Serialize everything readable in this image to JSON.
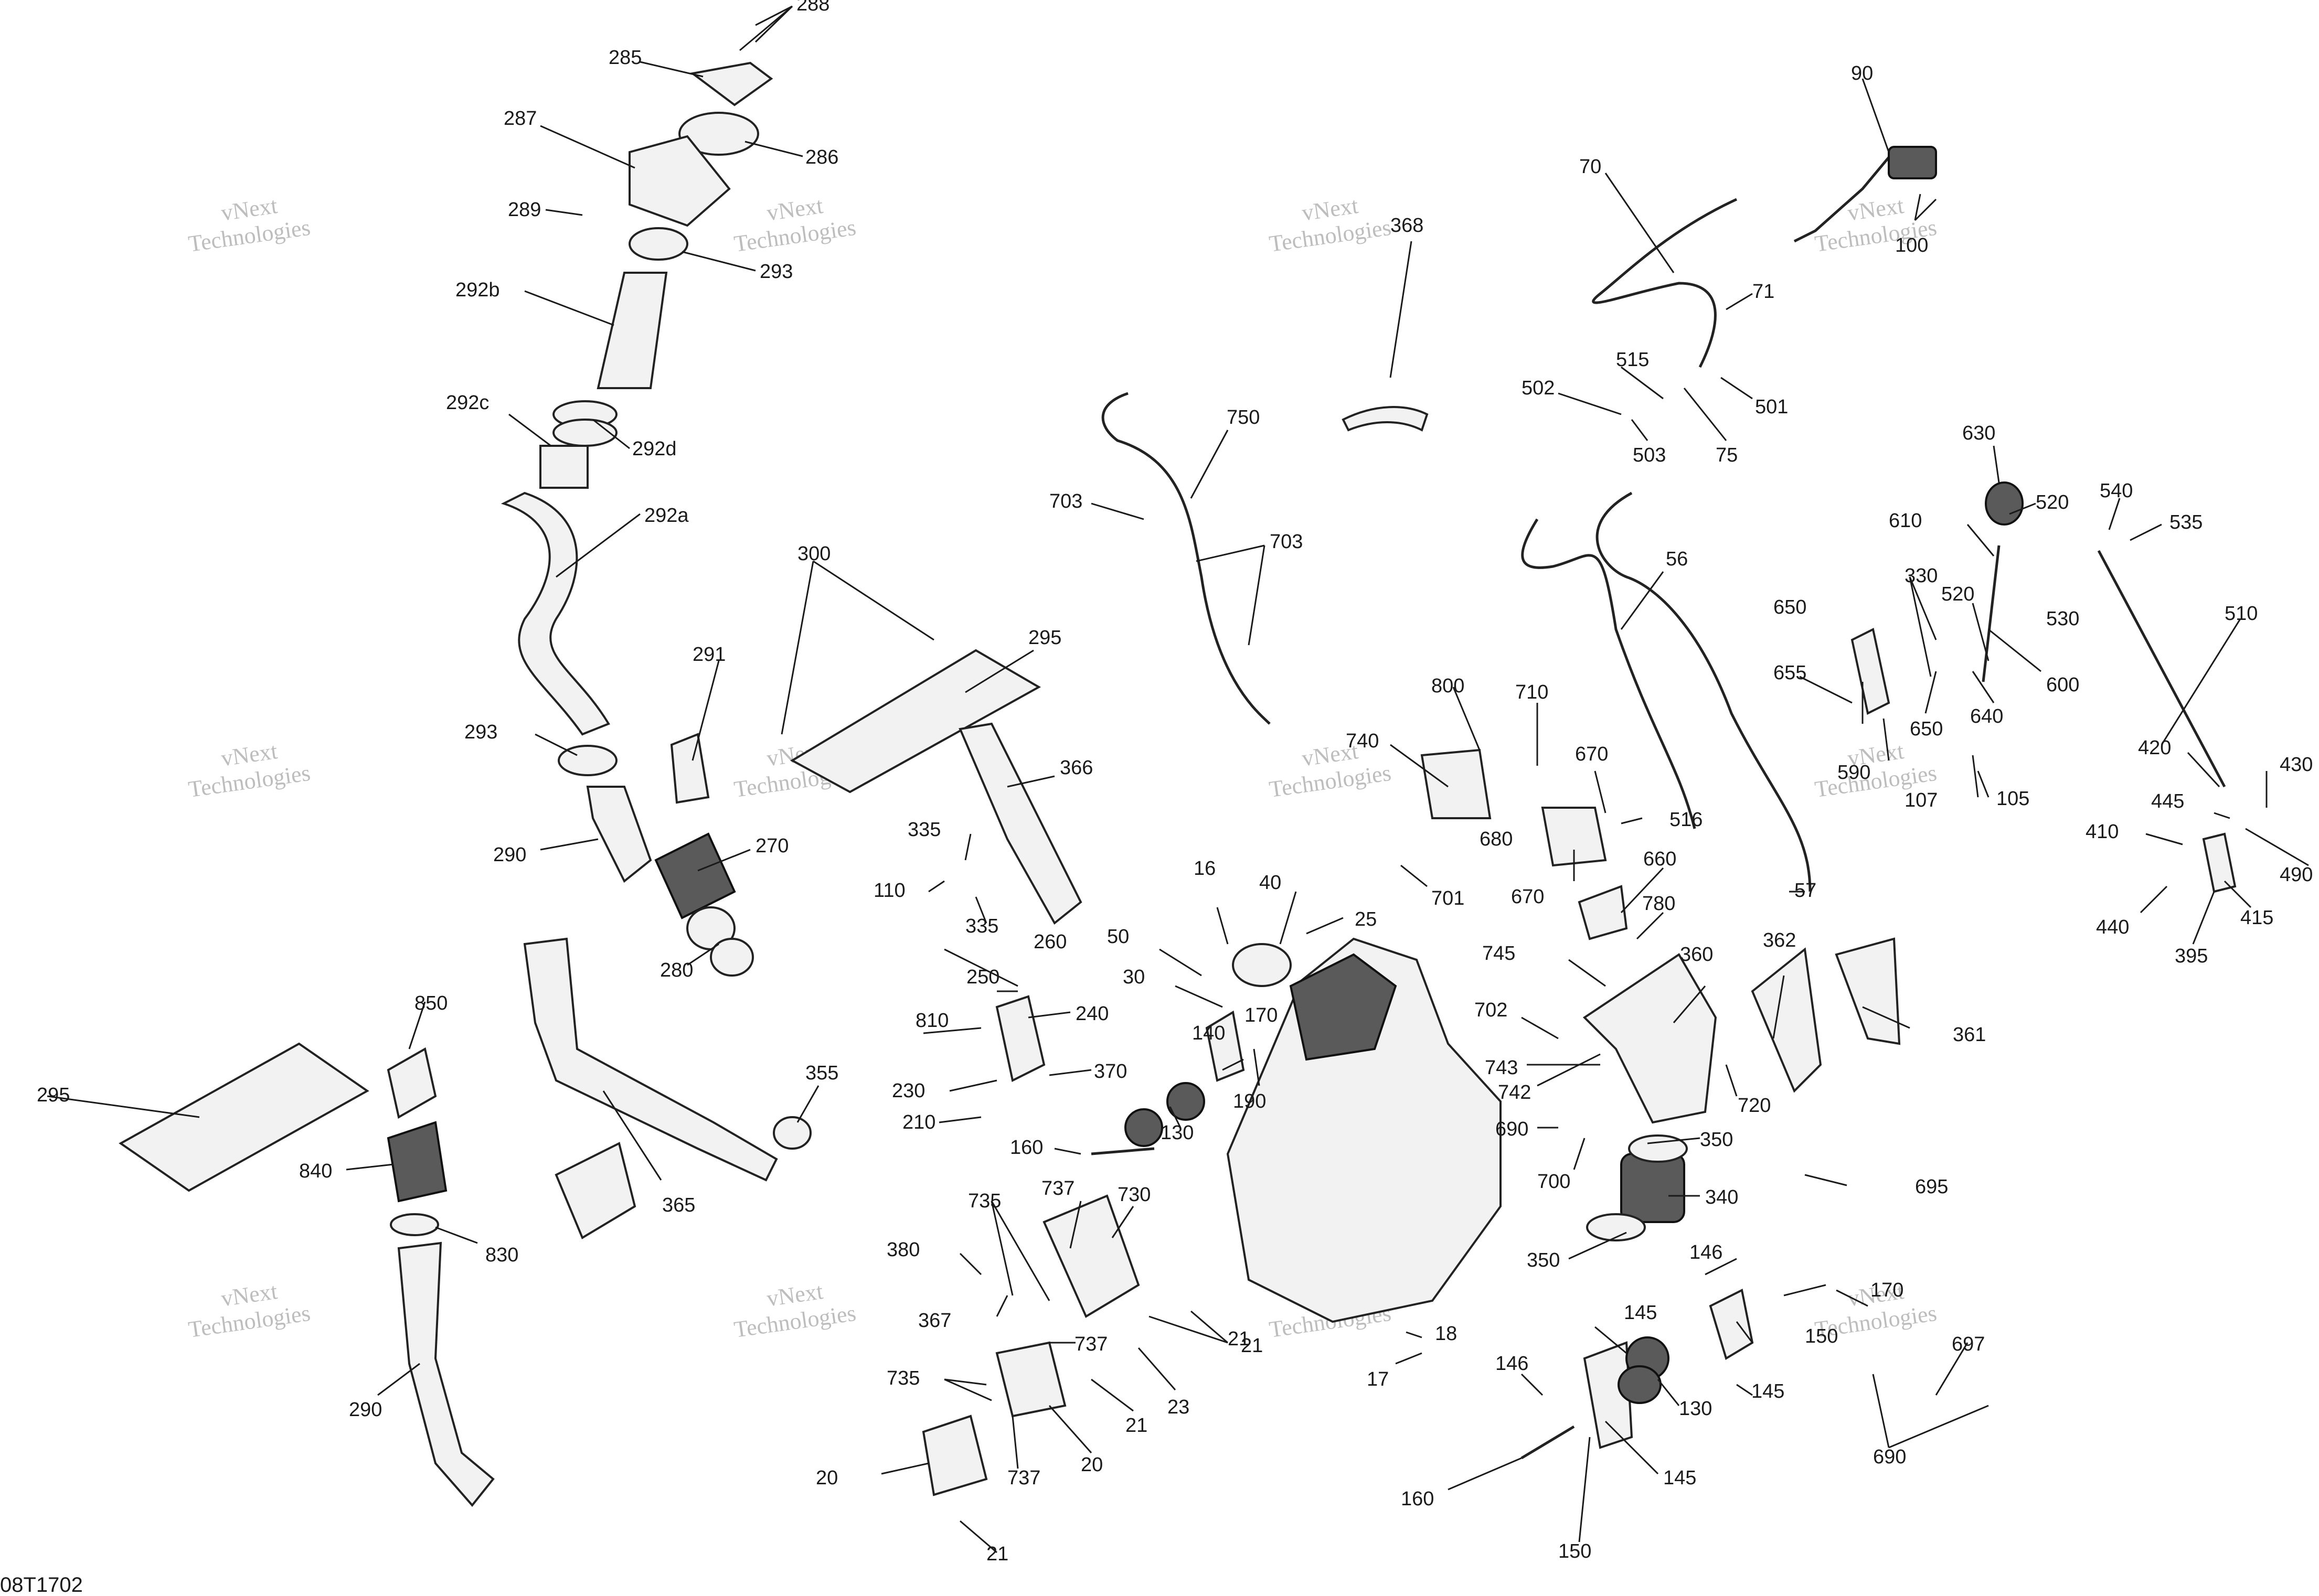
{
  "diagram": {
    "reference_code": "08T1702",
    "watermark_line1": "vNext",
    "watermark_line2": "Technologies",
    "callouts": [
      "288",
      "285",
      "286",
      "287",
      "289",
      "293",
      "292b",
      "292c",
      "292d",
      "292a",
      "291",
      "293",
      "290",
      "270",
      "280",
      "300",
      "295",
      "366",
      "335",
      "110",
      "335",
      "368",
      "750",
      "703",
      "703",
      "70",
      "71",
      "90",
      "100",
      "515",
      "502",
      "503",
      "75",
      "501",
      "56",
      "57",
      "630",
      "520",
      "610",
      "540",
      "535",
      "530",
      "510",
      "330",
      "520",
      "650",
      "655",
      "600",
      "640",
      "650",
      "590",
      "107",
      "105",
      "420",
      "430",
      "445",
      "410",
      "490",
      "440",
      "415",
      "395",
      "800",
      "710",
      "740",
      "670",
      "516",
      "680",
      "660",
      "670",
      "701",
      "780",
      "16",
      "40",
      "25",
      "50",
      "30",
      "260",
      "250",
      "240",
      "810",
      "170",
      "140",
      "190",
      "230",
      "370",
      "210",
      "130",
      "160",
      "745",
      "360",
      "362",
      "361",
      "702",
      "743",
      "742",
      "720",
      "690",
      "700",
      "350",
      "340",
      "695",
      "350",
      "146",
      "170",
      "145",
      "150",
      "145",
      "130",
      "160",
      "145",
      "150",
      "146",
      "697",
      "690",
      "735",
      "737",
      "730",
      "380",
      "367",
      "21",
      "737",
      "735",
      "20",
      "737",
      "21",
      "23",
      "18",
      "17",
      "21",
      "20",
      "21",
      "295",
      "850",
      "840",
      "830",
      "290",
      "365",
      "355"
    ]
  }
}
